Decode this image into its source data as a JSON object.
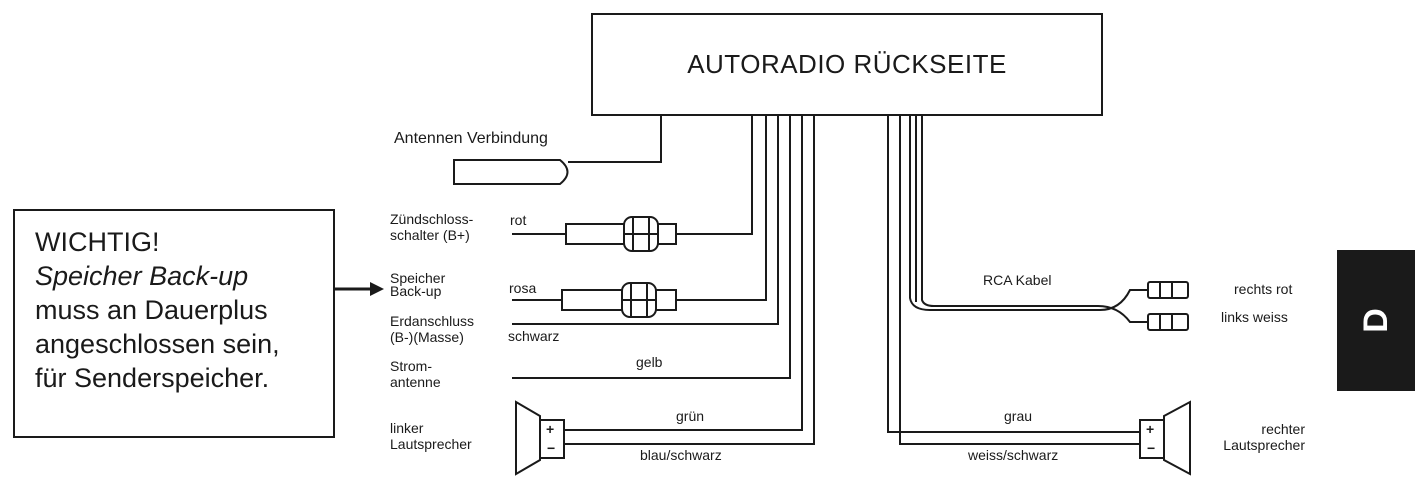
{
  "radio_box": {
    "title": "AUTORADIO RÜCKSEITE"
  },
  "antenna": {
    "label": "Antennen Verbindung"
  },
  "note": {
    "line1": "WICHTIG!",
    "line2": "Speicher Back-up",
    "line3": "muss an Dauerplus",
    "line4": "angeschlossen sein,",
    "line5": "für Senderspeicher."
  },
  "connections": {
    "ignition": {
      "name": "Zündschloss-\nschalter (B+)",
      "color": "rot"
    },
    "memory": {
      "name": "Speicher\nBack-up",
      "color": "rosa"
    },
    "ground": {
      "name": "Erdanschluss\n(B-)(Masse)",
      "color": "schwarz"
    },
    "power_antenna": {
      "name": "Strom-\nantenne",
      "color": "gelb"
    },
    "left_speaker": {
      "name": "linker\nLautsprecher",
      "color_plus": "grün",
      "color_minus": "blau/schwarz"
    },
    "right_speaker": {
      "name": "rechter\nLautsprecher",
      "color_plus": "grau",
      "color_minus": "weiss/schwarz"
    },
    "rca": {
      "name": "RCA Kabel",
      "right": "rechts rot",
      "left": "links weiss"
    }
  },
  "speaker_terminals": {
    "plus": "+",
    "minus": "−"
  },
  "side_tab": {
    "label": "D"
  }
}
